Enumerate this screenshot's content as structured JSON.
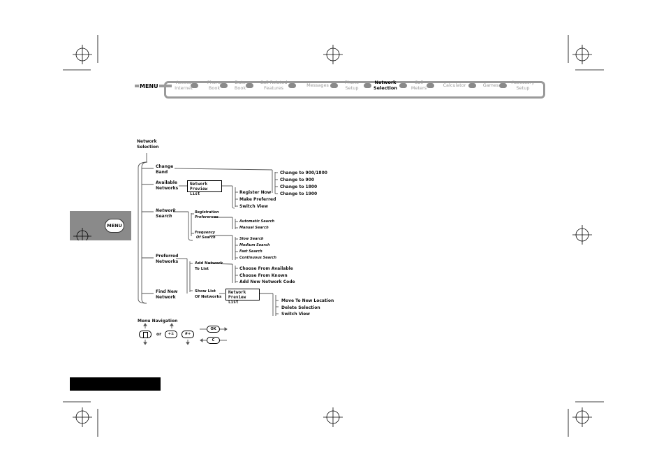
{
  "menu_bar": {
    "menu_label": "MENU",
    "items": [
      {
        "l1": "Access",
        "l2": "Internet",
        "active": false
      },
      {
        "l1": "Phone",
        "l2": "Book",
        "active": false
      },
      {
        "l1": "Date",
        "l2": "Book",
        "active": false
      },
      {
        "l1": "Call Related",
        "l2": "Features",
        "active": false
      },
      {
        "l1": "Messages",
        "l2": "",
        "active": false
      },
      {
        "l1": "Phone",
        "l2": "Setup",
        "active": false
      },
      {
        "l1": "Network",
        "l2": "Selection",
        "active": true
      },
      {
        "l1": "Call",
        "l2": "Meters",
        "active": false
      },
      {
        "l1": "Calculator",
        "l2": "",
        "active": false
      },
      {
        "l1": "Games",
        "l2": "",
        "active": false
      },
      {
        "l1": "Accessory",
        "l2": "Setup",
        "active": false
      }
    ]
  },
  "side_tab": {
    "key_label": "MENU"
  },
  "tree": {
    "root": {
      "l1": "Network",
      "l2": "Selection"
    },
    "change_band": {
      "l1": "Change",
      "l2": "Band",
      "options": [
        "Change to 900/1800",
        "Change to 900",
        "Change to 1800",
        "Change to 1900"
      ]
    },
    "available_networks": {
      "l1": "Available",
      "l2": "Networks",
      "screen": {
        "l1": "Network",
        "l2": "Preview List"
      },
      "options": [
        "Register Now",
        "Make Preferred",
        "Switch View"
      ]
    },
    "network_search": {
      "l1": "Network",
      "l2": "Search",
      "registration": {
        "l1": "Registration",
        "l2": "Preferences",
        "options": [
          "Automatic Search",
          "Manual Search"
        ]
      },
      "frequency": {
        "l1": "Frequency",
        "l2": "Of Search",
        "options": [
          "Slow Search",
          "Medium Search",
          "Fast Search",
          "Continuous Search"
        ]
      }
    },
    "preferred_networks": {
      "l1": "Preferred",
      "l2": "Networks",
      "add": {
        "l1": "Add Network",
        "l2": "To List",
        "options": [
          "Choose From Available",
          "Choose From Known",
          "Add New Network Code"
        ]
      },
      "show": {
        "l1": "Show List",
        "l2": "Of Networks",
        "screen": {
          "l1": "Network",
          "l2": "Preview List"
        },
        "options": [
          "Move To New Location",
          "Delete Selection",
          "Switch View"
        ]
      }
    },
    "find_new": {
      "l1": "Find New",
      "l2": "Network"
    }
  },
  "nav_legend": {
    "title": "Menu Navigation",
    "or_label": "or",
    "key_left_right": "+±",
    "key_hash": "#+",
    "key_ok": "OK",
    "key_c": "C"
  }
}
